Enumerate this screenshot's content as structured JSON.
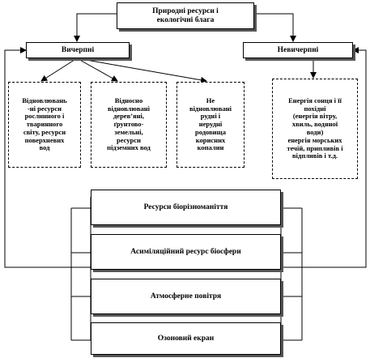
{
  "root": {
    "lines": [
      "Природні ресурси і",
      "екологічні блага"
    ]
  },
  "exhaustible": {
    "label": "Вичерпні"
  },
  "inexhaustible": {
    "label": "Невичерпні"
  },
  "renewable": {
    "lines": [
      "Відновлювань",
      "-ні ресурси",
      "рослинного і",
      "тваринного",
      "світу, ресурси",
      "поверхневих",
      "вод"
    ]
  },
  "relatively_renewable": {
    "lines": [
      "Відносно",
      "відновлювані",
      "дерев’яні,",
      "ґрунтово-",
      "земельні,",
      "ресурси",
      "підземних вод"
    ]
  },
  "nonrenewable": {
    "lines": [
      "Не",
      "відновлювані",
      "рудні і",
      "нерудні",
      "родовища",
      "корисних",
      "копалин"
    ]
  },
  "energy": {
    "lines": [
      "Енергія сонця і її",
      "похідні",
      "(енергія вітру,",
      "хвиль, водяної",
      "води)",
      "енергія морських",
      "течій, припливів і",
      "відпливів і т.д."
    ]
  },
  "stack": {
    "items": [
      "Ресурси біорізноманіття",
      "Асиміляційний ресурс біосфери",
      "Атмосферне повітря",
      "Озоновий екран"
    ]
  }
}
